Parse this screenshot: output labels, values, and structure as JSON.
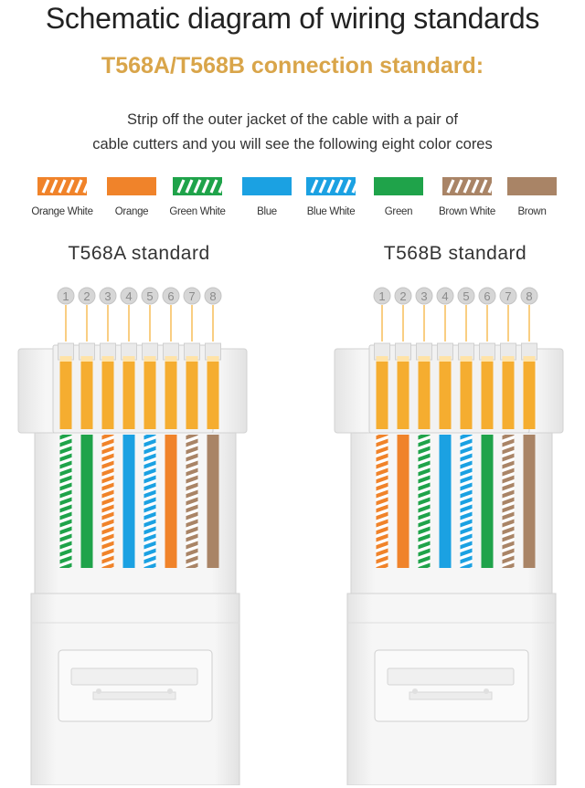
{
  "title": "Schematic diagram of wiring standards",
  "subtitle": "T568A/T568B connection standard:",
  "description_line1": "Strip off the outer jacket of the cable with a pair of",
  "description_line2": "cable cutters and you will see the following eight color cores",
  "colors": {
    "orange": "#f0832a",
    "green": "#1fa34a",
    "blue": "#1ba1e2",
    "brown": "#a98466",
    "gold": "#f5ad30",
    "subtitle": "#d9a54a"
  },
  "legend": [
    {
      "label": "Orange White",
      "color": "#f0832a",
      "striped": true
    },
    {
      "label": "Orange",
      "color": "#f0832a",
      "striped": false
    },
    {
      "label": "Green White",
      "color": "#1fa34a",
      "striped": true
    },
    {
      "label": "Blue",
      "color": "#1ba1e2",
      "striped": false
    },
    {
      "label": "Blue White",
      "color": "#1ba1e2",
      "striped": true
    },
    {
      "label": "Green",
      "color": "#1fa34a",
      "striped": false
    },
    {
      "label": "Brown White",
      "color": "#a98466",
      "striped": true
    },
    {
      "label": "Brown",
      "color": "#a98466",
      "striped": false
    }
  ],
  "standards": [
    {
      "title": "T568A standard",
      "pins": [
        "1",
        "2",
        "3",
        "4",
        "5",
        "6",
        "7",
        "8"
      ],
      "wires": [
        "Green White",
        "Green",
        "Orange White",
        "Blue",
        "Blue White",
        "Orange",
        "Brown White",
        "Brown"
      ]
    },
    {
      "title": "T568B standard",
      "pins": [
        "1",
        "2",
        "3",
        "4",
        "5",
        "6",
        "7",
        "8"
      ],
      "wires": [
        "Orange White",
        "Orange",
        "Green White",
        "Blue",
        "Blue White",
        "Green",
        "Brown White",
        "Brown"
      ]
    }
  ]
}
